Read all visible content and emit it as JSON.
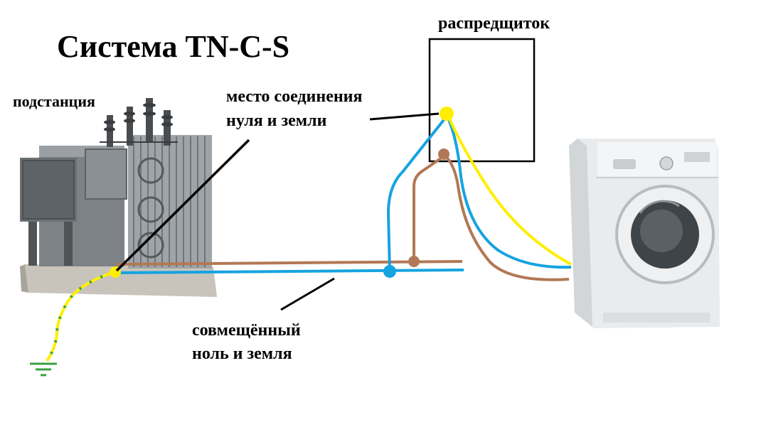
{
  "title": "Система TN-C-S",
  "labels": {
    "substation": "подстанция",
    "distribution_board": "распредщиток",
    "junction_line1": "место соединения",
    "junction_line2": "нуля и земли",
    "pen_line1": "совмещённый",
    "pen_line2": "ноль и земля"
  },
  "colors": {
    "neutral": "#17a3e0",
    "phase": "#b27855",
    "ground": "#ffee00",
    "ground_symbol": "#3aa040",
    "pointer": "#000000"
  },
  "icons": {
    "transformer": "transformer-icon",
    "washing_machine": "washing-machine-icon",
    "ground": "ground-symbol-icon"
  }
}
